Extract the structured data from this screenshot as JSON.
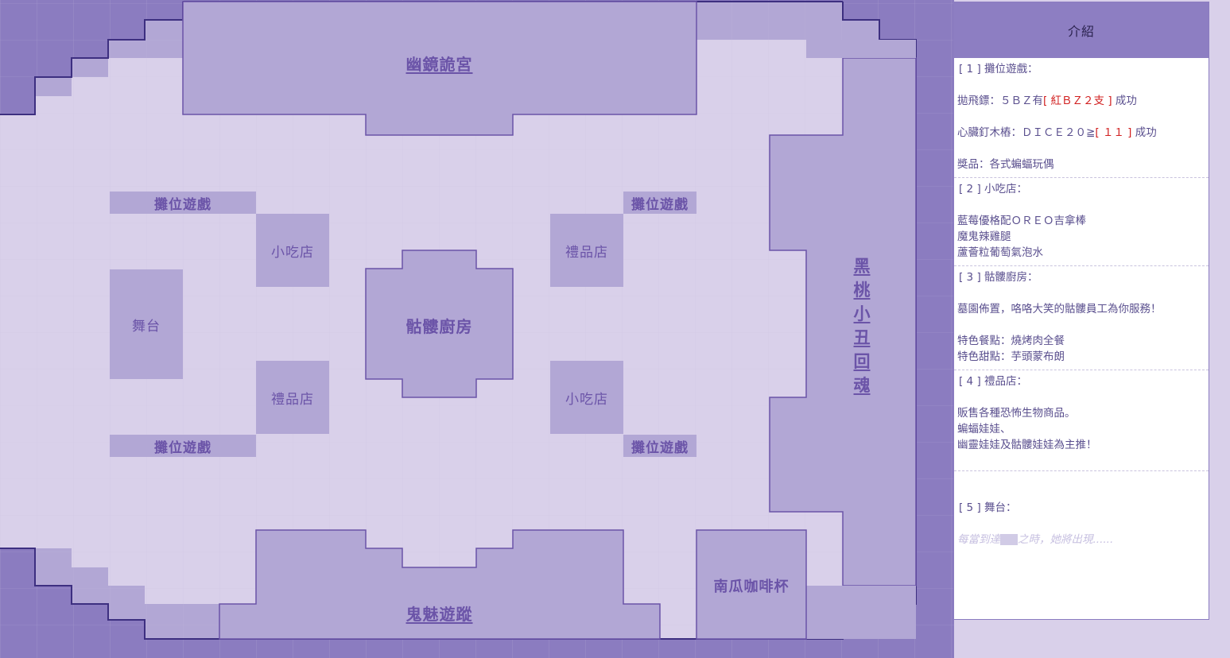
{
  "map": {
    "locations": {
      "mirror_palace": "幽鏡詭宮",
      "booth_top_left": "攤位遊戲",
      "booth_top_right": "攤位遊戲",
      "booth_bottom_left": "攤位遊戲",
      "booth_bottom_right": "攤位遊戲",
      "snack_left": "小吃店",
      "snack_right": "小吃店",
      "gift_left": "禮品店",
      "gift_right": "禮品店",
      "stage": "舞台",
      "skeleton_kitchen": "骷髏廚房",
      "clown_chars": [
        "黑",
        "桃",
        "小",
        "丑",
        "回",
        "魂"
      ],
      "ghost_trail": "鬼魅遊蹤",
      "pumpkin_cup": "南瓜咖啡杯"
    },
    "colors": {
      "outer": "#8b7cc0",
      "mid": "#b2a7d5",
      "floor": "#d9d0ea",
      "label": "#6b54a8"
    }
  },
  "panel": {
    "title": "介紹",
    "s1": {
      "head": "[ 1 ] 攤位遊戲：",
      "l1_a": "拋飛鏢：５ＢＺ有",
      "l1_red": "[ 紅ＢＺ２支 ]",
      "l1_b": " 成功",
      "l2_a": "心臟釘木樁：ＤＩＣＥ２０≧",
      "l2_red": "[ １１ ]",
      "l2_b": " 成功",
      "l3": "獎品：各式蝙蝠玩偶"
    },
    "s2": {
      "head": "[ 2 ] 小吃店：",
      "items": [
        "藍莓優格配ＯＲＥＯ吉拿棒",
        "魔鬼辣雞腿",
        "蘆薈粒葡萄氣泡水"
      ]
    },
    "s3": {
      "head": "[ 3 ] 骷髏廚房：",
      "l1": "墓園佈置，咯咯大笑的骷髏員工為你服務！",
      "l2": "特色餐點：燒烤肉全餐",
      "l3": "特色甜點：芋頭蒙布朗"
    },
    "s4": {
      "head": "[ 4 ] 禮品店：",
      "l1": "販售各種恐怖生物商品。",
      "l2": "蝙蝠娃娃、",
      "l3": "幽靈娃娃及骷髏娃娃為主推！"
    },
    "s5": {
      "head": "[ 5 ] 舞台：",
      "hint_a": "每當到達",
      "hint_b": "之時，她將出現......"
    }
  }
}
